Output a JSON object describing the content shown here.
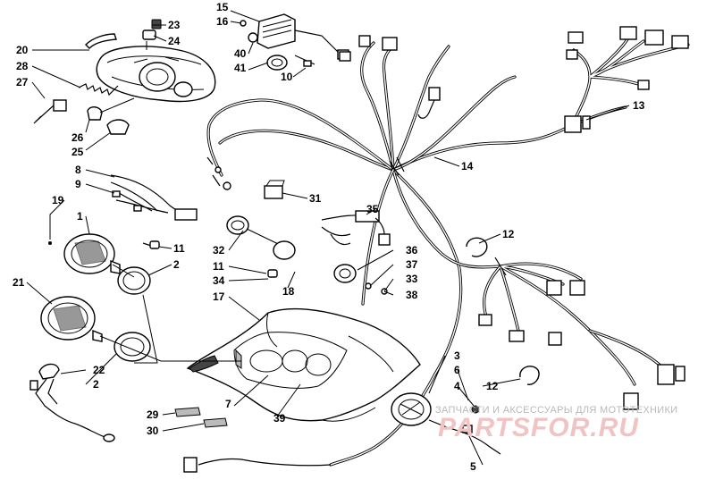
{
  "diagram": {
    "callouts": [
      {
        "id": "c23",
        "text": "23"
      },
      {
        "id": "c24",
        "text": "24"
      },
      {
        "id": "c20",
        "text": "20"
      },
      {
        "id": "c28",
        "text": "28"
      },
      {
        "id": "c27",
        "text": "27"
      },
      {
        "id": "c26",
        "text": "26"
      },
      {
        "id": "c25",
        "text": "25"
      },
      {
        "id": "c15",
        "text": "15"
      },
      {
        "id": "c16",
        "text": "16"
      },
      {
        "id": "c40",
        "text": "40"
      },
      {
        "id": "c41",
        "text": "41"
      },
      {
        "id": "c10",
        "text": "10"
      },
      {
        "id": "c13",
        "text": "13"
      },
      {
        "id": "c14",
        "text": "14"
      },
      {
        "id": "c8",
        "text": "8"
      },
      {
        "id": "c9",
        "text": "9"
      },
      {
        "id": "c19",
        "text": "19"
      },
      {
        "id": "c1",
        "text": "1"
      },
      {
        "id": "c11a",
        "text": "11"
      },
      {
        "id": "c2a",
        "text": "2"
      },
      {
        "id": "c31",
        "text": "31"
      },
      {
        "id": "c35",
        "text": "35"
      },
      {
        "id": "c12a",
        "text": "12"
      },
      {
        "id": "c32",
        "text": "32"
      },
      {
        "id": "c11b",
        "text": "11"
      },
      {
        "id": "c34",
        "text": "34"
      },
      {
        "id": "c17",
        "text": "17"
      },
      {
        "id": "c18",
        "text": "18"
      },
      {
        "id": "c36",
        "text": "36"
      },
      {
        "id": "c37",
        "text": "37"
      },
      {
        "id": "c33",
        "text": "33"
      },
      {
        "id": "c38",
        "text": "38"
      },
      {
        "id": "c21",
        "text": "21"
      },
      {
        "id": "c22",
        "text": "22"
      },
      {
        "id": "c2b",
        "text": "2"
      },
      {
        "id": "c3",
        "text": "3"
      },
      {
        "id": "c6",
        "text": "6"
      },
      {
        "id": "c4",
        "text": "4"
      },
      {
        "id": "c12b",
        "text": "12"
      },
      {
        "id": "c7",
        "text": "7"
      },
      {
        "id": "c29",
        "text": "29"
      },
      {
        "id": "c30",
        "text": "30"
      },
      {
        "id": "c39",
        "text": "39"
      },
      {
        "id": "c5",
        "text": "5"
      }
    ]
  },
  "watermark": {
    "tagline": "ЗАПЧАСТИ И АКСЕССУАРЫ ДЛЯ МОТОТЕХНИКИ",
    "logo": "PARTSFOR.RU"
  }
}
